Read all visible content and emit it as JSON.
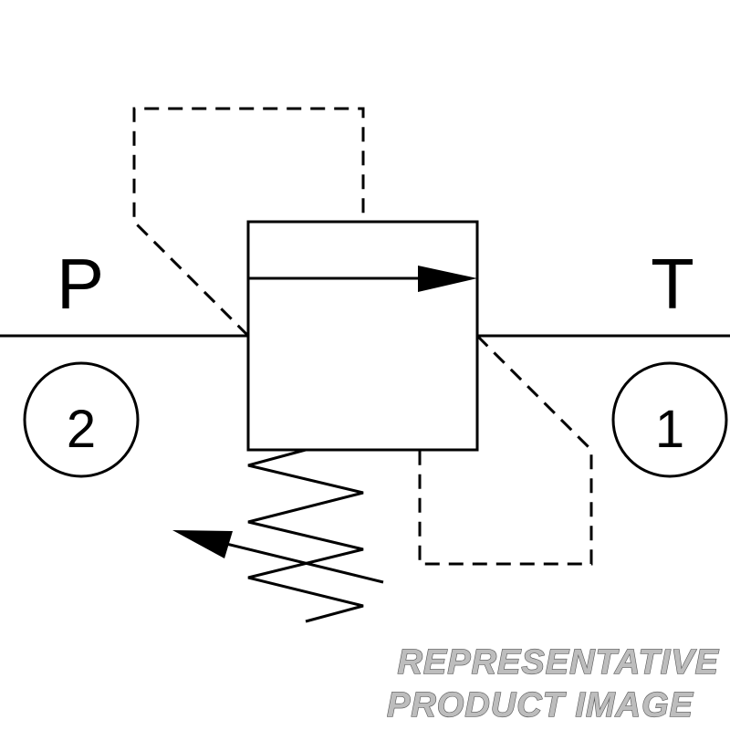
{
  "ports": {
    "left": {
      "letter": "P",
      "number": "2"
    },
    "right": {
      "letter": "T",
      "number": "1"
    }
  },
  "watermark": {
    "line1": "REPRESENTATIVE",
    "line2": "PRODUCT IMAGE"
  },
  "colors": {
    "line": "#000000",
    "background": "#ffffff",
    "watermark_fill": "#bdbdbd",
    "watermark_outline": "#555555"
  }
}
